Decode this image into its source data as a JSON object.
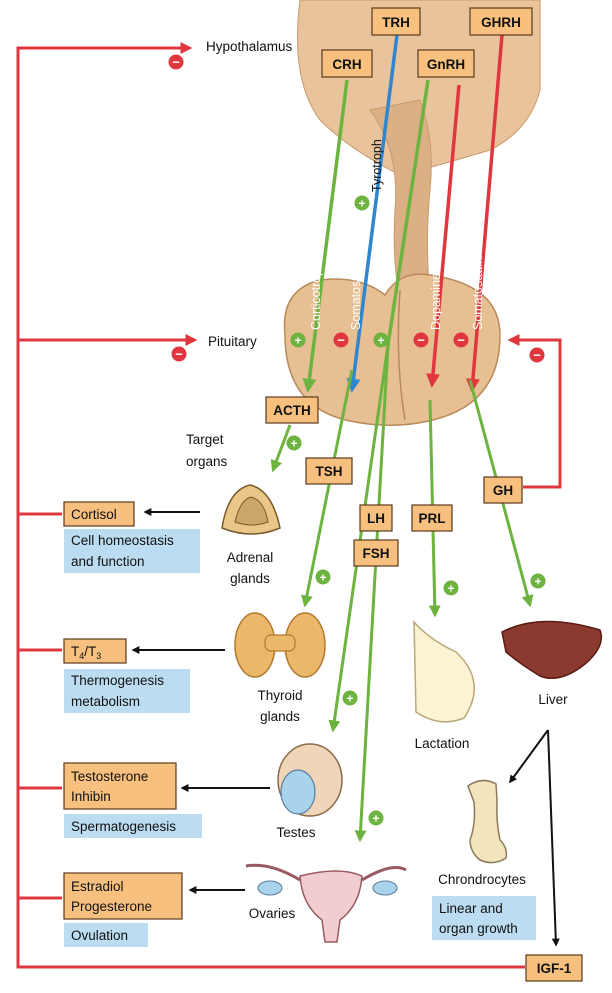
{
  "colors": {
    "stimulatory": "#6db33f",
    "inhibitory": "#e0373f",
    "tyrotroph": "#2f86d0",
    "feedback": "#e0373f",
    "hormone_box": "#f7c07f",
    "effect_box": "#bcdcf2",
    "tissue": "#e8c39b"
  },
  "signs": {
    "plus": "+",
    "minus": "−"
  },
  "hypothalamic_hormones": {
    "trh": "TRH",
    "ghrh": "GHRH",
    "crh": "CRH",
    "gnrh": "GnRH"
  },
  "levels": {
    "hypothalamus": "Hypothalamus",
    "pituitary": "Pituitary",
    "target_organs_line1": "Target",
    "target_organs_line2": "organs"
  },
  "pituitary_cells": {
    "corticotroph": "Corticotroph",
    "tyrotroph": "Tyrotroph",
    "somatostatin_1": "Somatostatin",
    "lactotroph": "Dopamine/Lactotroph",
    "somatotroph": "Somatostatin/Somatotroph"
  },
  "pituitary_hormones": {
    "acth": "ACTH",
    "tsh": "TSH",
    "lh": "LH",
    "fsh": "FSH",
    "prl": "PRL",
    "gh": "GH"
  },
  "organs": {
    "adrenal_line1": "Adrenal",
    "adrenal_line2": "glands",
    "thyroid_line1": "Thyroid",
    "thyroid_line2": "glands",
    "testes": "Testes",
    "ovaries": "Ovaries",
    "lactation": "Lactation",
    "liver": "Liver",
    "chondrocytes": "Chrondrocytes"
  },
  "products": {
    "cortisol": "Cortisol",
    "t4": "T",
    "t4_sub": "4",
    "t3": "/T",
    "t3_sub": "3",
    "testosterone": "Testosterone",
    "inhibin": "Inhibin",
    "estradiol": "Estradiol",
    "progesterone": "Progesterone",
    "igf1": "IGF-1"
  },
  "effects": {
    "cell_line1": "Cell homeostasis",
    "cell_line2": "and function",
    "thermo_line1": "Thermogenesis",
    "thermo_line2": "metabolism",
    "spermatogenesis": "Spermatogenesis",
    "ovulation": "Ovulation",
    "growth_line1": "Linear and",
    "growth_line2": "organ growth"
  }
}
